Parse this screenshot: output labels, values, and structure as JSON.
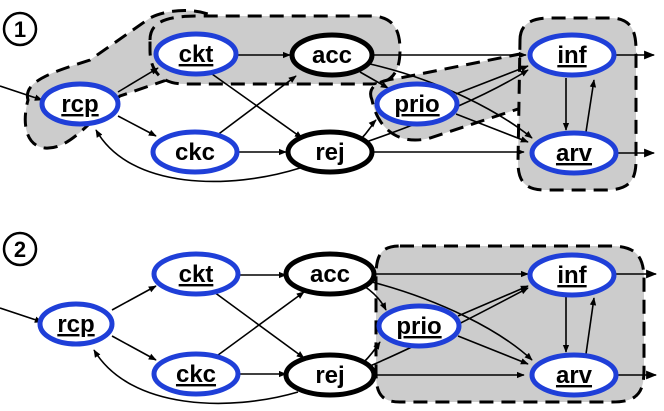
{
  "colors": {
    "blue_node": "#1f3fd8",
    "black_node": "#000000",
    "group_fill": "#cccccc"
  },
  "panels": [
    {
      "label": "1",
      "nodes": {
        "rcp": "rcp",
        "ckt": "ckt",
        "ckc": "ckc",
        "acc": "acc",
        "rej": "rej",
        "prio": "prio",
        "inf": "inf",
        "arv": "arv"
      }
    },
    {
      "label": "2",
      "nodes": {
        "rcp": "rcp",
        "ckt": "ckt",
        "ckc": "ckc",
        "acc": "acc",
        "rej": "rej",
        "prio": "prio",
        "inf": "inf",
        "arv": "arv"
      }
    }
  ]
}
